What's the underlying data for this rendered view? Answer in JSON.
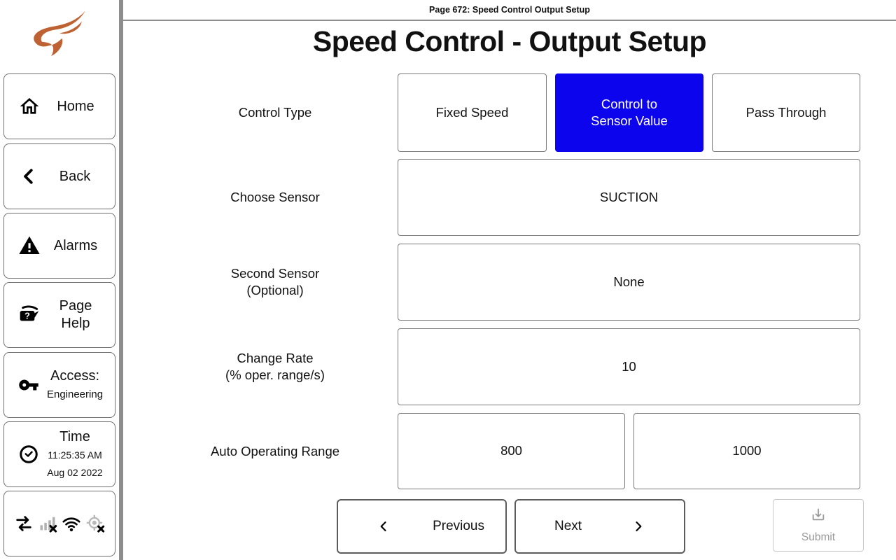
{
  "colors": {
    "selected_blue": "#0d04ee",
    "logo_orange": "#bf6233",
    "disabled_gray": "#9a9a9a"
  },
  "header": {
    "page_label": "Page 672: Speed Control Output Setup",
    "title": "Speed Control - Output Setup"
  },
  "sidebar": {
    "home_label": "Home",
    "back_label": "Back",
    "alarms_label": "Alarms",
    "page_help_label": "Page Help",
    "access_label": "Access:",
    "access_level": "Engineering",
    "time_label": "Time",
    "time_value": "11:25:35 AM",
    "date_value": "Aug 02 2022",
    "status_icons": [
      "ethernet-link-icon",
      "cell-signal-disabled-icon",
      "wifi-icon",
      "gps-disabled-icon"
    ]
  },
  "form": {
    "control_type": {
      "label": "Control Type",
      "options": [
        "Fixed Speed",
        "Control to Sensor Value",
        "Pass Through"
      ],
      "selected": "Control to Sensor Value"
    },
    "choose_sensor": {
      "label": "Choose Sensor",
      "value": "SUCTION"
    },
    "second_sensor": {
      "label_line1": "Second Sensor",
      "label_line2": "(Optional)",
      "value": "None"
    },
    "change_rate": {
      "label_line1": "Change Rate",
      "label_line2": "(% oper. range/s)",
      "value": "10"
    },
    "auto_operating_range": {
      "label": "Auto Operating Range",
      "min": "800",
      "max": "1000"
    }
  },
  "nav": {
    "previous_label": "Previous",
    "next_label": "Next",
    "submit_label": "Submit"
  }
}
